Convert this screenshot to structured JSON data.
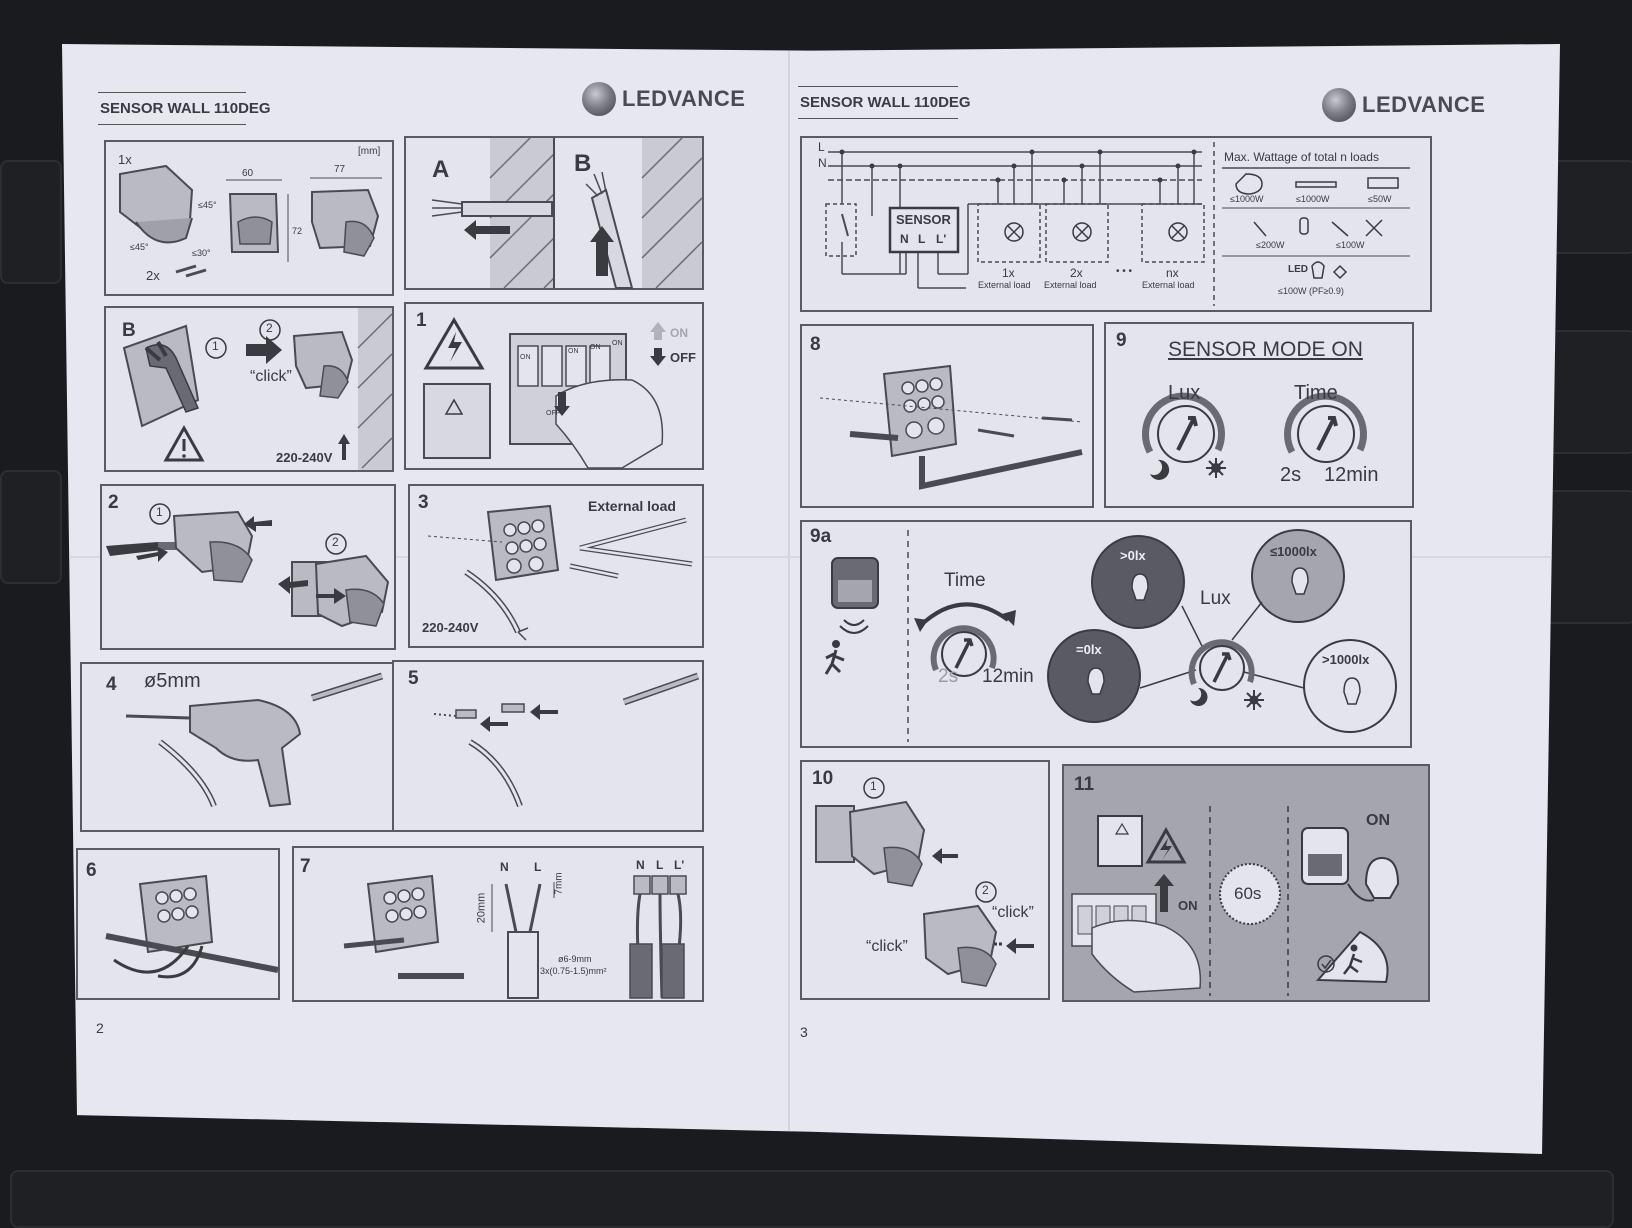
{
  "left_page": {
    "header": "SENSOR WALL 110DEG",
    "brand": "LEDVANCE",
    "page_number": "2",
    "dimensions_panel": {
      "qty_sensor": "1x",
      "unit": "[mm]",
      "width": "60",
      "depth": "77",
      "height": "72",
      "angle_up": "≤45°",
      "angle_side": "≤45°",
      "angle_down": "≤30°",
      "qty_screws": "2x"
    },
    "step_A": "A",
    "step_B_cable": "B",
    "step_B_open": {
      "label": "B",
      "circle1": "1",
      "circle2": "2",
      "click": "“click”",
      "voltage": "220-240V"
    },
    "step_1": {
      "num": "1",
      "on1": "ON",
      "on2": "ON",
      "on3": "ON",
      "on4": "ON",
      "off": "OFF",
      "legend_on": "ON",
      "legend_off": "OFF"
    },
    "step_2": {
      "num": "2",
      "circle1": "1",
      "circle2": "2"
    },
    "step_3": {
      "num": "3",
      "external_load": "External load",
      "voltage": "220-240V"
    },
    "step_4": {
      "num": "4",
      "drill": "ø5mm"
    },
    "step_5": {
      "num": "5"
    },
    "step_6": {
      "num": "6"
    },
    "step_7": {
      "num": "7",
      "n": "N",
      "l": "L",
      "strip_long": "20mm",
      "strip_short": "7mm",
      "diameter": "ø6-9mm",
      "cross_section": "3x(0.75-1.5)mm²",
      "t_n": "N",
      "t_l": "L",
      "t_l2": "L'"
    }
  },
  "right_page": {
    "header": "SENSOR WALL 110DEG",
    "brand": "LEDVANCE",
    "page_number": "3",
    "wiring": {
      "l": "L",
      "n": "N",
      "sensor": "SENSOR",
      "t_n": "N",
      "t_l": "L",
      "t_l2": "L'",
      "load1_qty": "1x",
      "load1_label": "External load",
      "load2_qty": "2x",
      "load2_label": "External load",
      "ellipsis": "• • •",
      "loadn_qty": "nx",
      "loadn_label": "External load",
      "max_title": "Max. Wattage of total n loads",
      "w_incandescent": "≤1000W",
      "w_tube": "≤1000W",
      "w_cfl": "≤50W",
      "w_halogen": "≤200W",
      "w_halogen_lv": "≤100W",
      "led_label": "LED",
      "led_watt": "≤100W (PF≥0.9)"
    },
    "step_8": {
      "num": "8"
    },
    "step_9": {
      "num": "9",
      "title": "SENSOR MODE ON",
      "lux": "Lux",
      "time": "Time",
      "min_time": "2s",
      "max_time": "12min"
    },
    "step_9a": {
      "num": "9a",
      "time": "Time",
      "min_time": "2s",
      "max_time": "12min",
      "lux": "Lux",
      "lux_gt0": ">0lx",
      "lux_le1000": "≤1000lx",
      "lux_eq0": "=0lx",
      "lux_gt1000": ">1000lx"
    },
    "step_10": {
      "num": "10",
      "circle1": "1",
      "circle2": "2",
      "click1": "“click”",
      "click2": "“click”"
    },
    "step_11": {
      "num": "11",
      "on_switch": "ON",
      "delay": "60s",
      "on_lamp": "ON"
    }
  },
  "colors": {
    "paper": "#e6e7ef",
    "ink": "#3a3b40",
    "background": "#1a1b1f",
    "dark_circle": "#5a5b62",
    "grey_panel": "#a4a5ad"
  }
}
